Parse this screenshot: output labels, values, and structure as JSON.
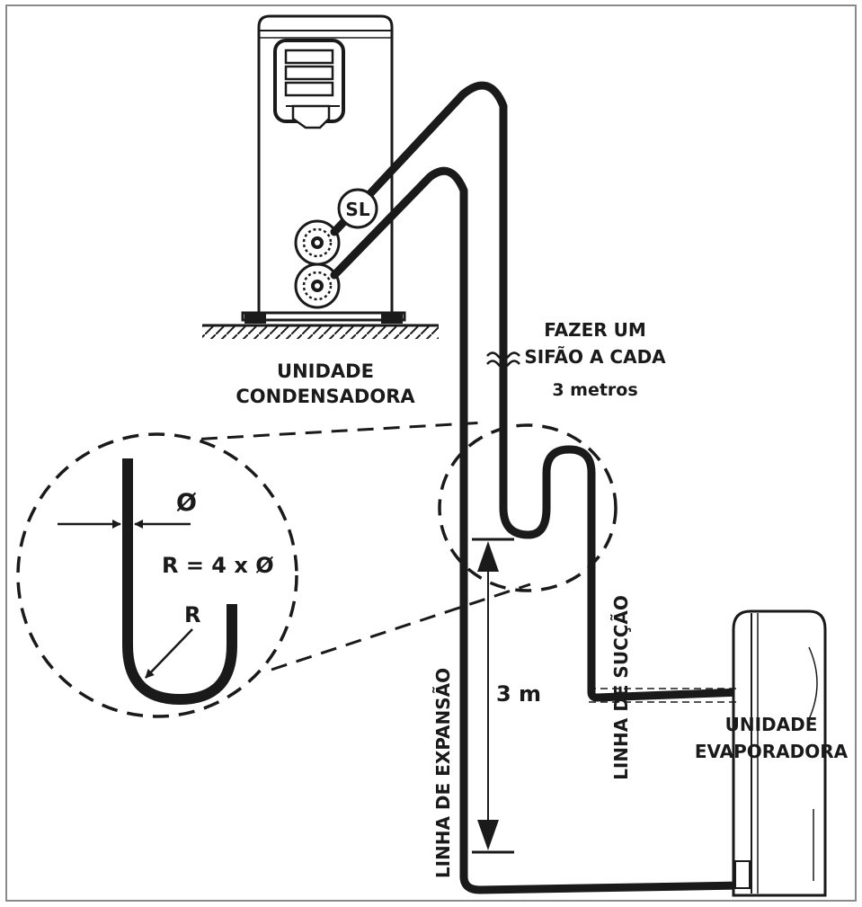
{
  "labels": {
    "sl": "SL",
    "condenser_line1": "UNIDADE",
    "condenser_line2": "CONDENSADORA",
    "siphon_line1": "FAZER UM",
    "siphon_line2": "SIFÃO A CADA",
    "siphon_line3": "3 metros",
    "diameter": "Ø",
    "radius_formula": "R = 4 x Ø",
    "radius": "R",
    "height": "3 m",
    "expansion_line": "LINHA DE EXPANSÃO",
    "suction_line": "LINHA DE SUCÇÃO",
    "evaporator_line1": "UNIDADE",
    "evaporator_line2": "EVAPORADORA"
  },
  "colors": {
    "ink": "#1a1a1a",
    "frame": "#8a8a8a",
    "background": "#ffffff"
  }
}
